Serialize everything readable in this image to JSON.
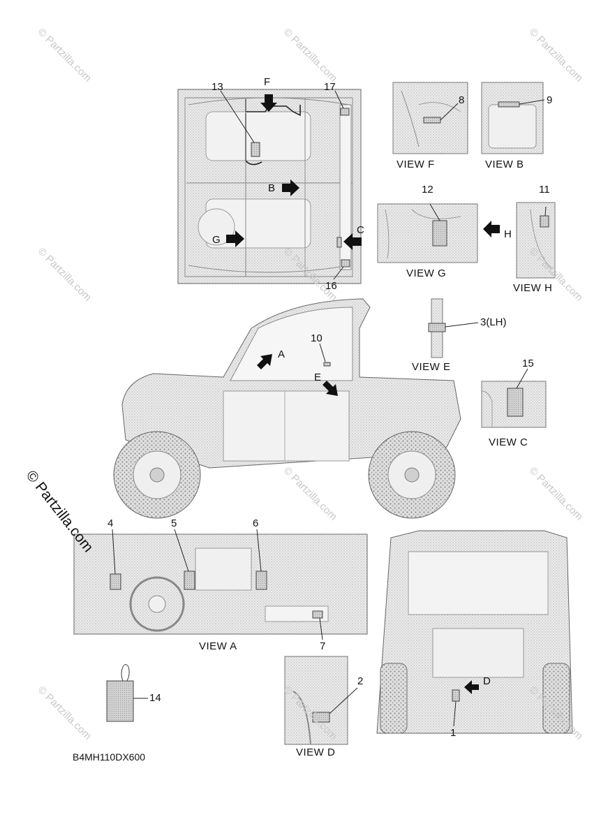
{
  "callouts": {
    "c1": "1",
    "c2": "2",
    "c3": "3(LH)",
    "c4": "4",
    "c5": "5",
    "c6": "6",
    "c7": "7",
    "c8": "8",
    "c9": "9",
    "c10": "10",
    "c11": "11",
    "c12": "12",
    "c13": "13",
    "c14": "14",
    "c15": "15",
    "c16": "16",
    "c17": "17"
  },
  "arrows": {
    "a": "A",
    "b": "B",
    "c": "C",
    "d": "D",
    "e": "E",
    "f": "F",
    "g": "G",
    "h": "H"
  },
  "views": {
    "f": "VIEW F",
    "b": "VIEW B",
    "g": "VIEW G",
    "h": "VIEW H",
    "e": "VIEW E",
    "c": "VIEW C",
    "a": "VIEW A",
    "d": "VIEW D"
  },
  "watermark": {
    "small": "© Partzilla.com",
    "large": "© Partzilla.com"
  },
  "diagram_code": "B4MH110DX600",
  "colors": {
    "line": "#555555",
    "fill": "#e4e4e4",
    "dots": "#bdbdbd",
    "label_box": "#cfcfcf",
    "text": "#111111"
  }
}
